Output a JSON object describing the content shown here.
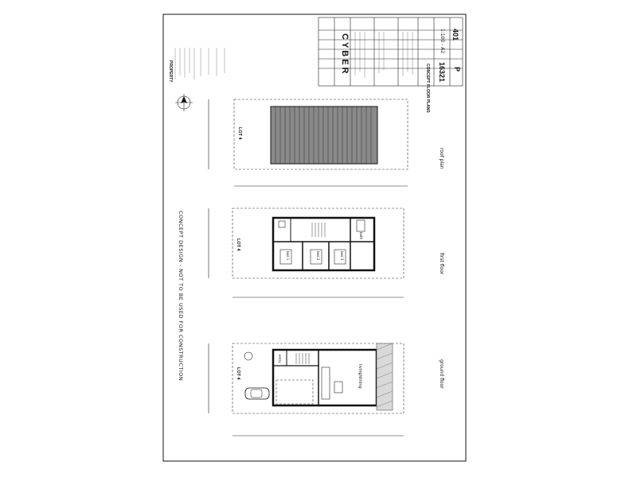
{
  "notice": "CONCEPT DESIGN - NOT TO BE USED FOR CONSTRUCTION",
  "title_block": {
    "brand": "CYBER",
    "subtitle": "CONCEPT FLOOR PLANS",
    "job_number": "16321",
    "drawing_number": "401",
    "scale": "1:100 - A2",
    "revision": "P",
    "property_heading": "PROPERTY"
  },
  "plans": {
    "roof": {
      "label": "roof plan",
      "lot": "LOT 4"
    },
    "first": {
      "label": "first floor",
      "lot": "LOT 4",
      "rooms": [
        "bed 1",
        "bed 2",
        "bed 3",
        "bath"
      ]
    },
    "ground": {
      "label": "ground floor",
      "lot": "LOT 4",
      "rooms": [
        "living/dining",
        "entry"
      ]
    }
  },
  "icons": {
    "north": "north-arrow-icon",
    "car": "car-icon"
  }
}
